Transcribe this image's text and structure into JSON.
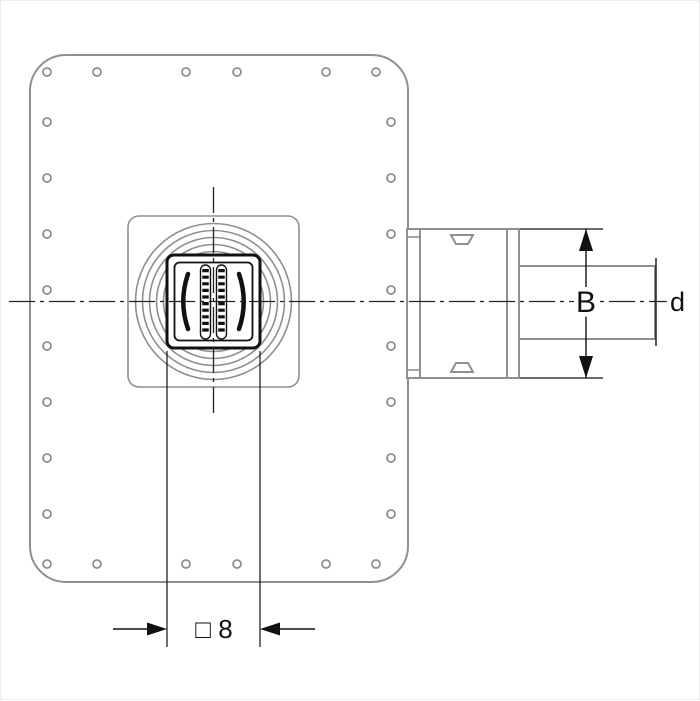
{
  "diagram": {
    "labels": {
      "width_b": "B",
      "diameter_d": "d",
      "grate_size": "□ 8"
    },
    "colors": {
      "outline_gray": "#8f8f8f",
      "line_black": "#111111",
      "background": "#ffffff"
    }
  }
}
